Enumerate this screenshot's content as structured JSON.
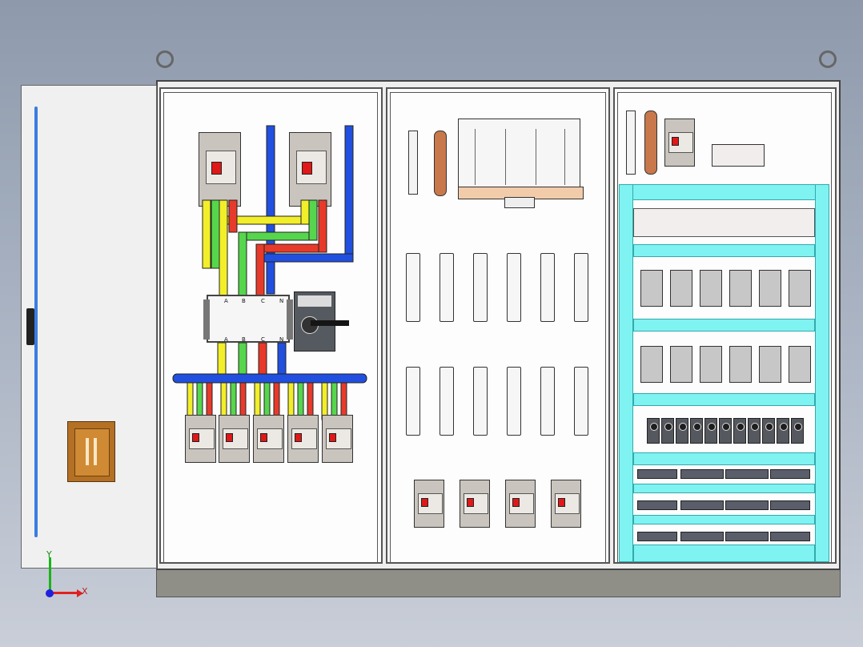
{
  "axes": {
    "x_label": "X",
    "y_label": "Y"
  },
  "busbar": {
    "phase_labels": [
      "A",
      "B",
      "C",
      "N"
    ]
  },
  "colors": {
    "phase_yellow": "#f2ee2a",
    "phase_green": "#56d64c",
    "phase_red": "#e83a2a",
    "neutral_blue": "#2150e0",
    "panel_cyan": "#7ff2f2",
    "breaker_body": "#c9c4bd",
    "copper": "#c8784a"
  },
  "icons": [
    "lifting-eye-icon",
    "axis-triad-icon",
    "door-handle-icon"
  ]
}
